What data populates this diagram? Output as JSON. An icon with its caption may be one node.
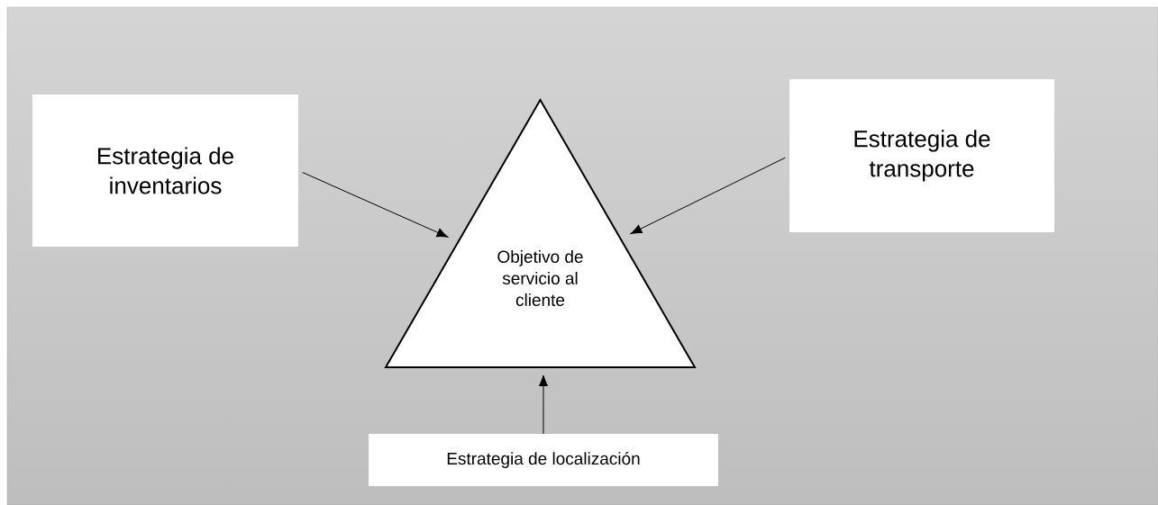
{
  "diagram": {
    "nodes": [
      {
        "text": [
          "Estrategia de inventarios"
        ]
      },
      {
        "text": [
          "Objetivo de servicio al cliente"
        ]
      },
      {
        "text": [
          "Estrategia de transporte"
        ]
      },
      {
        "text": [
          "Estrategia de localización"
        ]
      }
    ],
    "edges": [
      {
        "from": 0,
        "to": 1,
        "arrow": "to"
      },
      {
        "from": 2,
        "to": 1,
        "arrow": "to"
      },
      {
        "from": 3,
        "to": 1,
        "arrow": "to"
      }
    ]
  }
}
